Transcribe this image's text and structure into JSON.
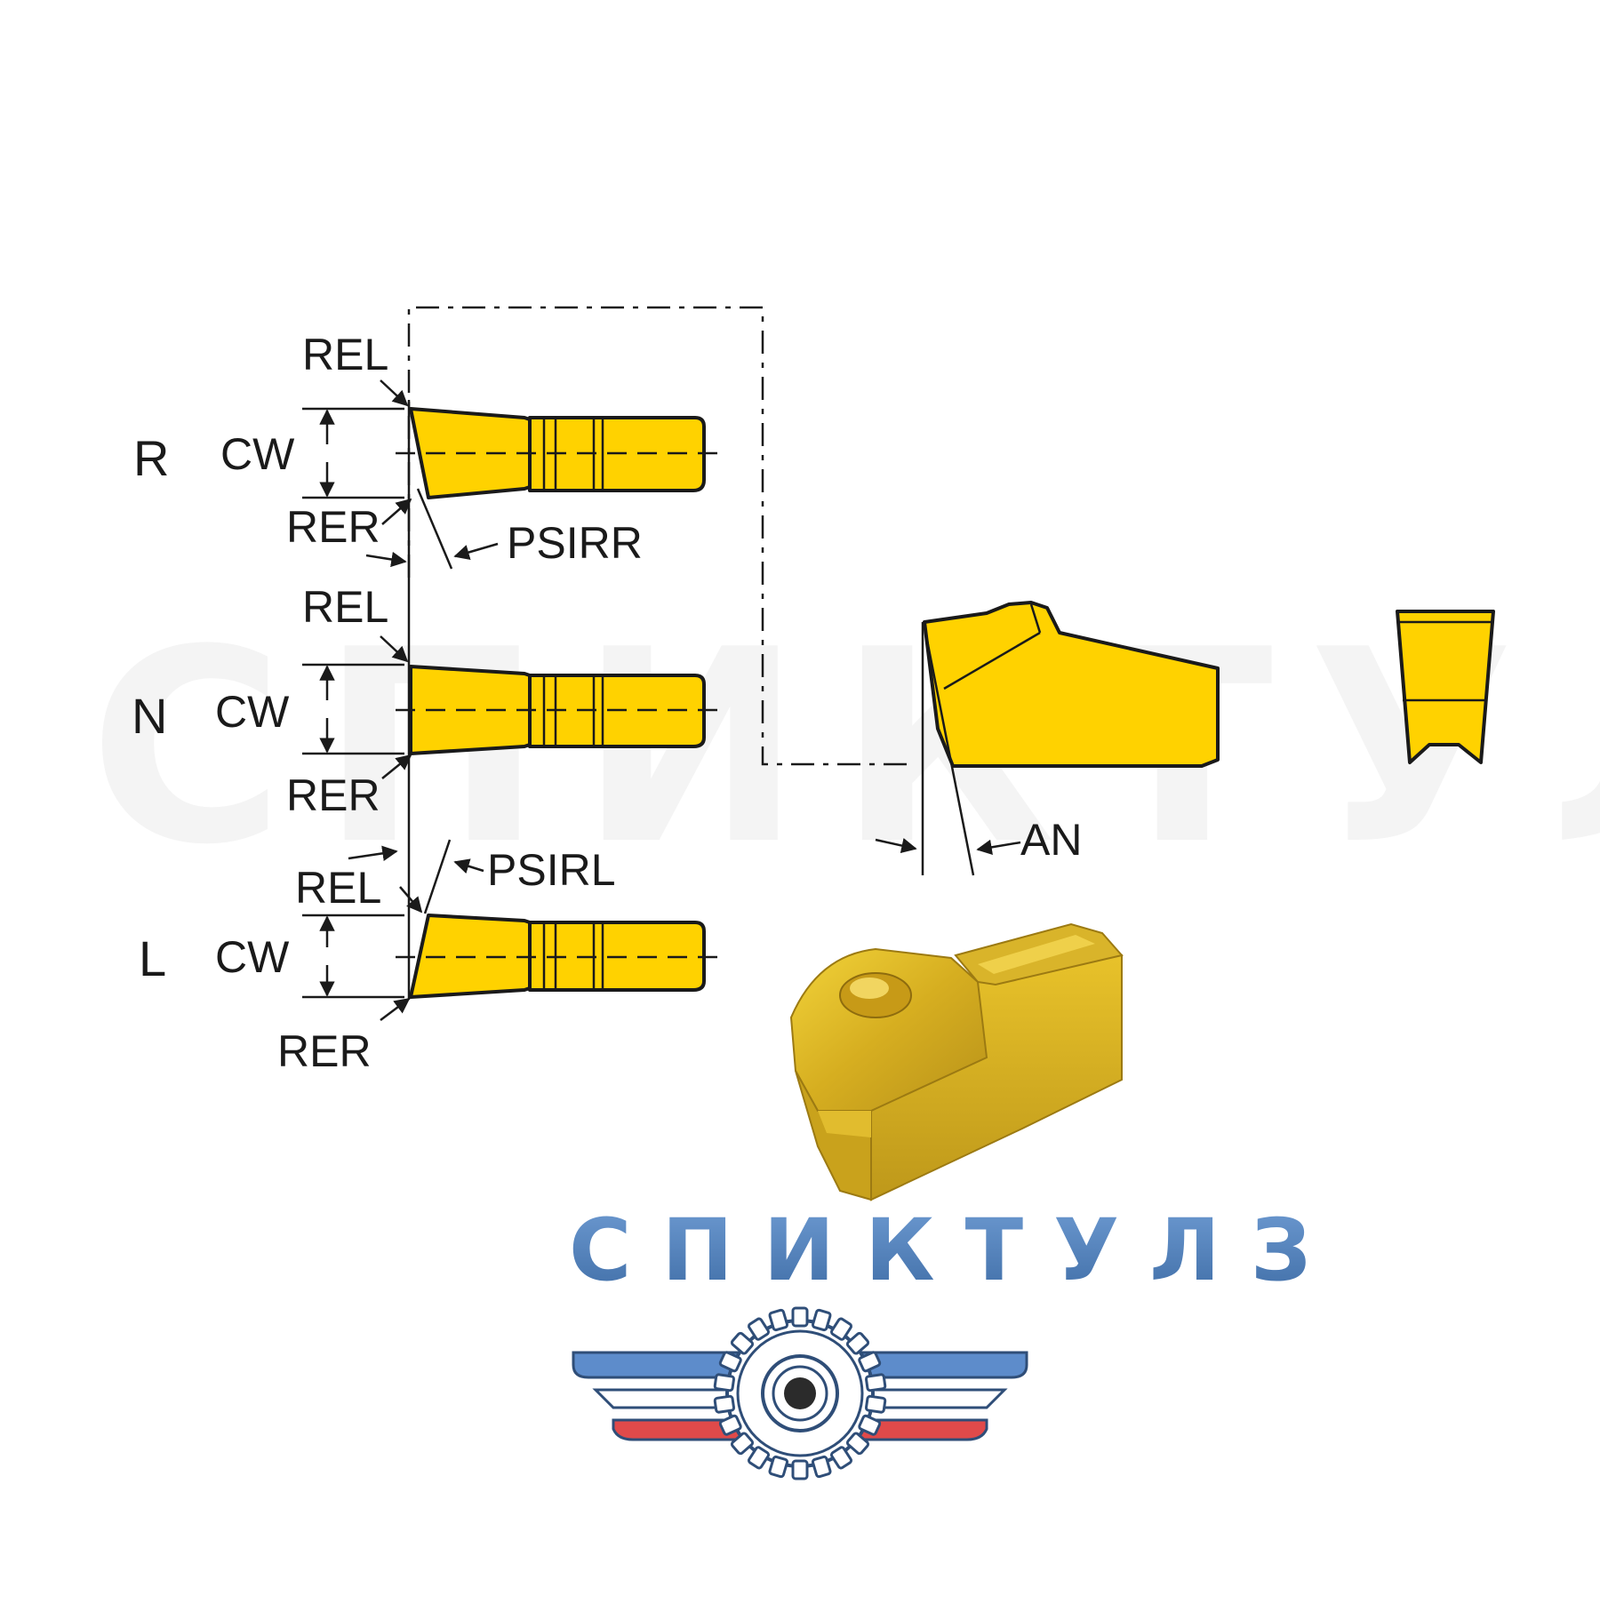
{
  "watermark": {
    "text": "СПИКТУЛЗ"
  },
  "colors": {
    "insert_yellow": "#FFD200",
    "insert_gold": "#D4AE1E",
    "brand_blue": "#4F7FB8",
    "wing_blue": "#5D8CCB",
    "wing_red": "#E04A4A",
    "line": "#1A1A1A"
  },
  "views": {
    "rows": [
      {
        "id": "R",
        "label": "R",
        "cw": "CW",
        "rel": "REL",
        "rer": "RER",
        "angle": "PSIRR"
      },
      {
        "id": "N",
        "label": "N",
        "cw": "CW",
        "rel": "REL",
        "rer": "RER"
      },
      {
        "id": "L",
        "label": "L",
        "cw": "CW",
        "rel": "REL",
        "rer": "RER",
        "angle": "PSIRL"
      }
    ],
    "side_view": {
      "angle_label": "AN"
    },
    "end_view": {}
  },
  "product_image": {
    "description_icon": "grooving-insert-3d"
  },
  "brand": {
    "name": "СПИКТУЛЗ",
    "logo_icon": "winged-gear-logo"
  }
}
